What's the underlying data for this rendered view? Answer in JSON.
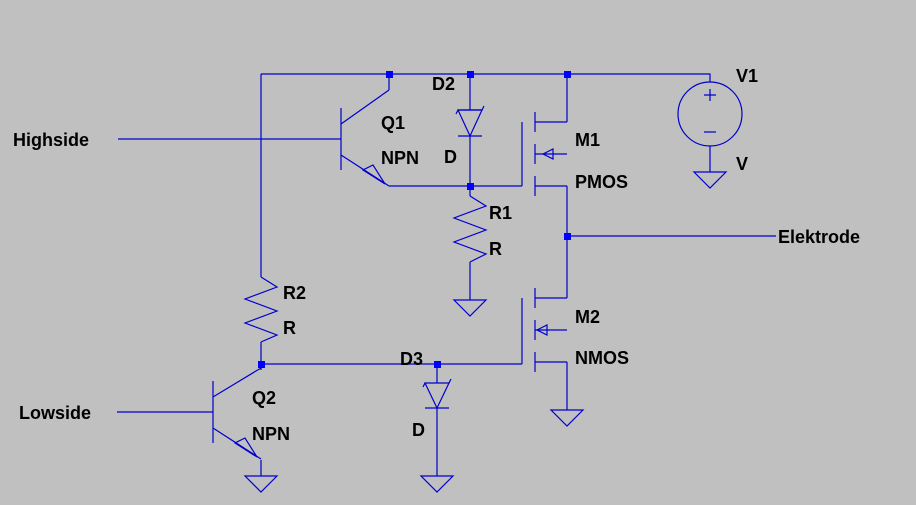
{
  "components": {
    "Q1": {
      "ref": "Q1",
      "value": "NPN"
    },
    "Q2": {
      "ref": "Q2",
      "value": "NPN"
    },
    "D2": {
      "ref": "D2",
      "value": "D"
    },
    "D3": {
      "ref": "D3",
      "value": "D"
    },
    "R1": {
      "ref": "R1",
      "value": "R"
    },
    "R2": {
      "ref": "R2",
      "value": "R"
    },
    "M1": {
      "ref": "M1",
      "value": "PMOS"
    },
    "M2": {
      "ref": "M2",
      "value": "NMOS"
    },
    "V1": {
      "ref": "V1",
      "value": "V"
    }
  },
  "nets": {
    "highside": "Highside",
    "lowside": "Lowside",
    "elektrode": "Elektrode"
  },
  "colors": {
    "background": "#c0c0c0",
    "wire": "#0000cc",
    "junction": "#0000ff",
    "label": "#000000"
  }
}
